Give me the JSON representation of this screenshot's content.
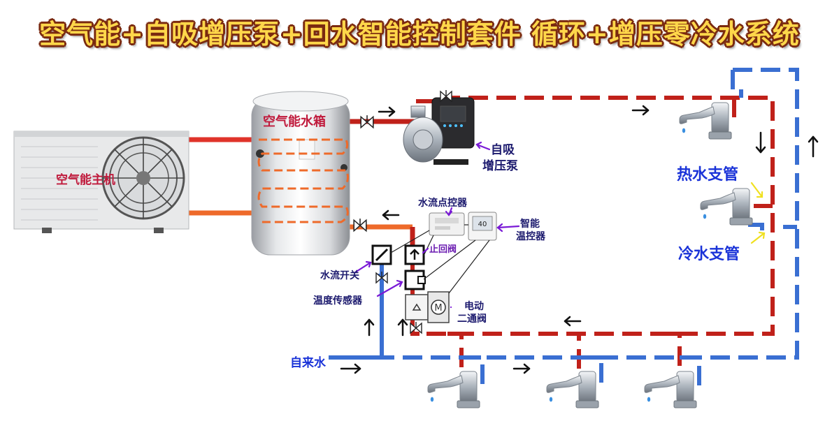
{
  "title": "空气能+自吸增压泵+回水智能控制套件 循环+增压零冷水系统",
  "labels": {
    "heat_pump": "空气能主机",
    "tank": "空气能水箱",
    "pump_line1": "自吸",
    "pump_line2": "增压泵",
    "hot_branch": "热水支管",
    "cold_branch": "冷水支管",
    "flow_controller": "水流点控器",
    "smart_line1": "智能",
    "smart_line2": "温控器",
    "check_valve": "止回阀",
    "flow_switch": "水流开关",
    "temp_sensor": "温度传感器",
    "electric_line1": "电动",
    "electric_line2": "二通阀",
    "tap_water": "自来水",
    "display_reading": "40"
  },
  "colors": {
    "hot_pipe": "#c0211a",
    "cold_pipe": "#3a6fd2",
    "hot_supply_pipe": "#e0332a",
    "return_pipe": "#ee6a2a",
    "title_fill": "#ffd74a",
    "title_outline": "#7a2a10",
    "label_blue": "#1a33d8",
    "label_navy": "#1c1a6e"
  },
  "icons": [
    "heat-pump-unit",
    "water-tank",
    "booster-pump",
    "faucet-icon",
    "valve-icon",
    "arrow-icon",
    "check-valve-icon",
    "electric-valve-icon",
    "thermostat-icon"
  ]
}
